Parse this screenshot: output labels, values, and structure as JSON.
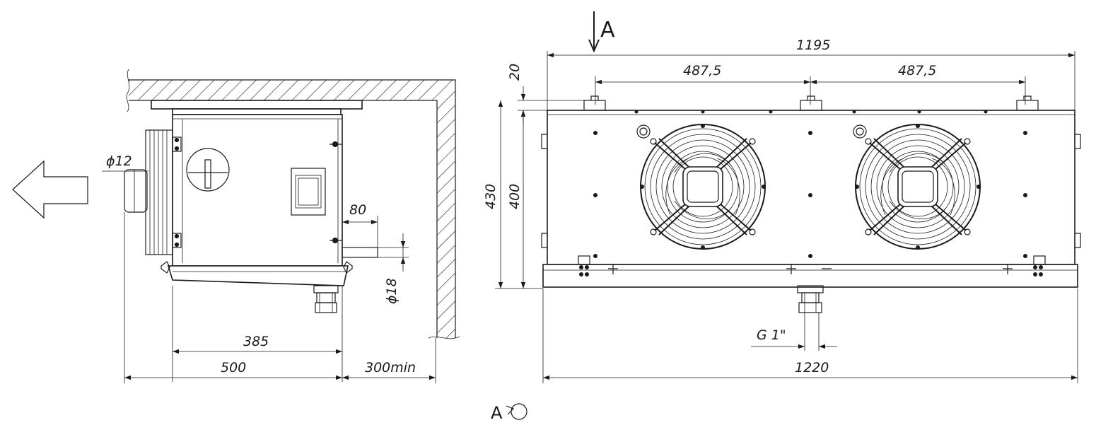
{
  "side_view": {
    "dims": {
      "phi12": "ϕ12",
      "d80": "80",
      "phi18": "ϕ18",
      "d385": "385",
      "d500": "500",
      "d300min": "300min"
    }
  },
  "front_view": {
    "section_label": "A",
    "dims": {
      "d1195": "1195",
      "d487a": "487,5",
      "d487b": "487,5",
      "d20": "20",
      "d430": "430",
      "d400": "400",
      "g1": "G 1\"",
      "d1220": "1220"
    }
  },
  "view_note": {
    "letter": "A"
  }
}
